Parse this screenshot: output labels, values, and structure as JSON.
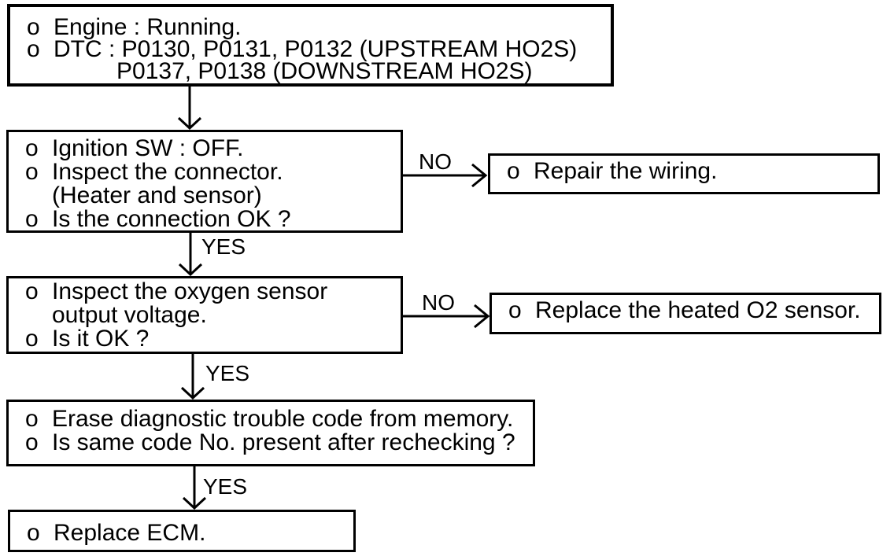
{
  "flowchart": {
    "boxes": {
      "start": {
        "lines": [
          {
            "bullet": "o",
            "text": "Engine : Running."
          },
          {
            "bullet": "o",
            "text": "DTC : P0130, P0131, P0132 (UPSTREAM HO2S)"
          },
          {
            "bullet": "",
            "text": "P0137, P0138 (DOWNSTREAM HO2S)"
          }
        ]
      },
      "check_connection": {
        "lines": [
          {
            "bullet": "o",
            "text": "Ignition SW : OFF."
          },
          {
            "bullet": "o",
            "text": "Inspect the connector."
          },
          {
            "bullet": "",
            "text": "(Heater and sensor)"
          },
          {
            "bullet": "o",
            "text": "Is the connection OK ?"
          }
        ]
      },
      "repair_wiring": {
        "lines": [
          {
            "bullet": "o",
            "text": "Repair the wiring."
          }
        ]
      },
      "inspect_voltage": {
        "lines": [
          {
            "bullet": "o",
            "text": "Inspect the oxygen sensor"
          },
          {
            "bullet": "",
            "text": "output voltage."
          },
          {
            "bullet": "o",
            "text": "Is it OK ?"
          }
        ]
      },
      "replace_sensor": {
        "lines": [
          {
            "bullet": "o",
            "text": "Replace the heated O2 sensor."
          }
        ]
      },
      "erase_code": {
        "lines": [
          {
            "bullet": "o",
            "text": "Erase diagnostic trouble code from memory."
          },
          {
            "bullet": "o",
            "text": "Is same code No. present after rechecking ?"
          }
        ]
      },
      "replace_ecm": {
        "lines": [
          {
            "bullet": "o",
            "text": "Replace ECM."
          }
        ]
      }
    },
    "edges": [
      {
        "from": "start",
        "to": "check_connection",
        "label": ""
      },
      {
        "from": "check_connection",
        "to": "repair_wiring",
        "label": "NO"
      },
      {
        "from": "check_connection",
        "to": "inspect_voltage",
        "label": "YES"
      },
      {
        "from": "inspect_voltage",
        "to": "replace_sensor",
        "label": "NO"
      },
      {
        "from": "inspect_voltage",
        "to": "erase_code",
        "label": "YES"
      },
      {
        "from": "erase_code",
        "to": "replace_ecm",
        "label": "YES"
      }
    ],
    "colors": {
      "line": "#000000",
      "background": "#ffffff"
    }
  }
}
